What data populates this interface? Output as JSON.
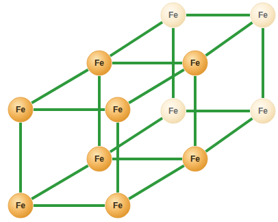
{
  "diagram": {
    "nodes": [
      {
        "text": [
          "Fe"
        ]
      },
      {
        "text": [
          "Fe"
        ]
      },
      {
        "text": [
          "Fe"
        ]
      },
      {
        "text": [
          "Fe"
        ]
      },
      {
        "text": [
          "Fe"
        ]
      },
      {
        "text": [
          "Fe"
        ]
      },
      {
        "text": [
          "Fe"
        ]
      },
      {
        "text": [
          "Fe"
        ]
      },
      {
        "text": [
          "Fe"
        ]
      },
      {
        "text": [
          "Fe"
        ]
      },
      {
        "text": [
          "Fe"
        ]
      },
      {
        "text": [
          "Fe"
        ]
      }
    ],
    "edges": [
      {
        "from": 4,
        "to": 5,
        "arrow": "none"
      },
      {
        "from": 5,
        "to": 11,
        "arrow": "none"
      },
      {
        "from": 11,
        "to": 10,
        "arrow": "none"
      },
      {
        "from": 10,
        "to": 4,
        "arrow": "none"
      },
      {
        "from": 2,
        "to": 3,
        "arrow": "none"
      },
      {
        "from": 3,
        "to": 9,
        "arrow": "none"
      },
      {
        "from": 9,
        "to": 8,
        "arrow": "none"
      },
      {
        "from": 8,
        "to": 2,
        "arrow": "none"
      },
      {
        "from": 0,
        "to": 1,
        "arrow": "none"
      },
      {
        "from": 1,
        "to": 7,
        "arrow": "none"
      },
      {
        "from": 7,
        "to": 6,
        "arrow": "none"
      },
      {
        "from": 6,
        "to": 0,
        "arrow": "none"
      },
      {
        "from": 4,
        "to": 2,
        "arrow": "none"
      },
      {
        "from": 2,
        "to": 0,
        "arrow": "none"
      },
      {
        "from": 5,
        "to": 3,
        "arrow": "none"
      },
      {
        "from": 3,
        "to": 1,
        "arrow": "none"
      },
      {
        "from": 10,
        "to": 8,
        "arrow": "none"
      },
      {
        "from": 8,
        "to": 6,
        "arrow": "none"
      },
      {
        "from": 11,
        "to": 9,
        "arrow": "none"
      },
      {
        "from": 9,
        "to": 7,
        "arrow": "none"
      }
    ]
  }
}
